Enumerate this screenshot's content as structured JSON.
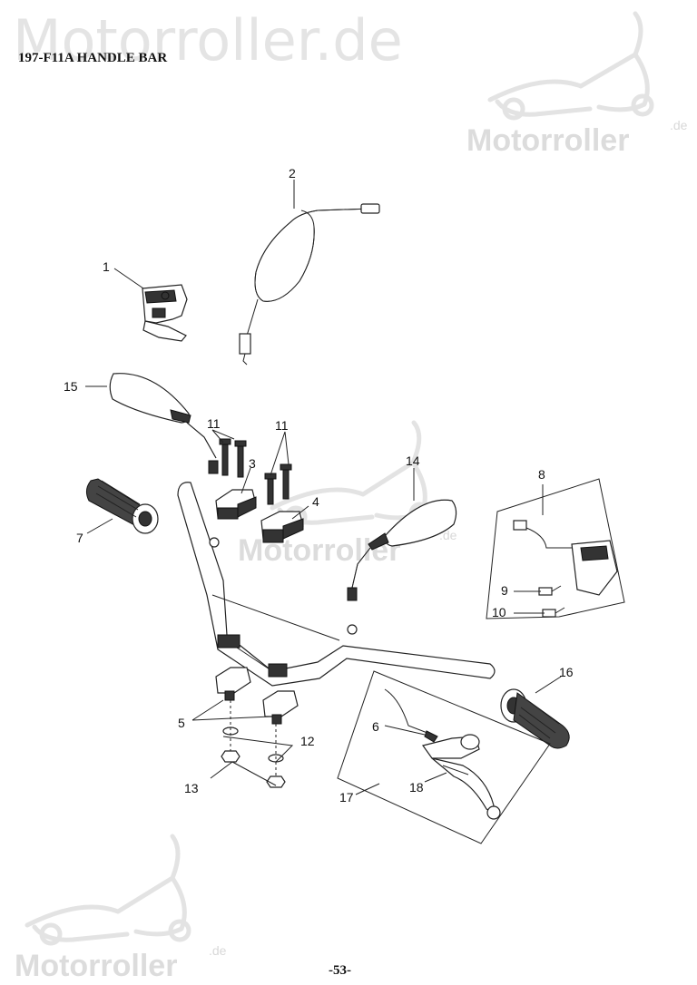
{
  "watermark": {
    "main_text": "Motorroller.de",
    "logo_text": "Motorroller",
    "logo_suffix": ".de"
  },
  "title": "197-F11A HANDLE BAR",
  "page_number": "-53-",
  "callouts": [
    "1",
    "2",
    "3",
    "4",
    "5",
    "6",
    "7",
    "8",
    "9",
    "10",
    "11",
    "11",
    "12",
    "13",
    "14",
    "15",
    "16",
    "17",
    "18"
  ],
  "icons": [
    "scooter-logo-icon"
  ]
}
